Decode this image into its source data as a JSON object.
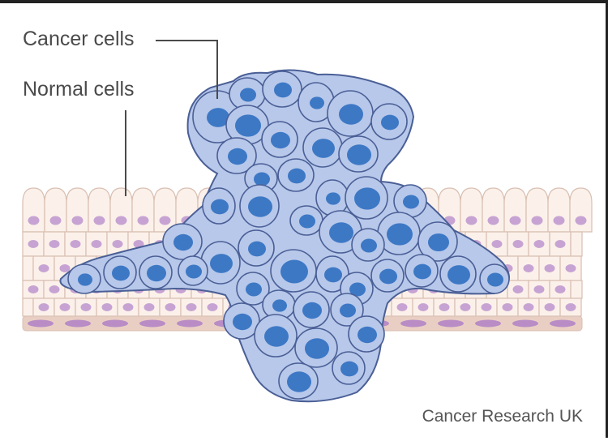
{
  "labels": {
    "cancer_cells": "Cancer cells",
    "normal_cells": "Normal cells"
  },
  "credit": "Cancer Research UK",
  "colors": {
    "normal_cell_fill": "#fbf1ea",
    "normal_cell_outline": "#d9bfb2",
    "normal_nucleus": "#c7a3d3",
    "basal_layer": "#e9cfc3",
    "basal_nucleus": "#b98cc6",
    "cancer_cell_fill": "#b8c8ea",
    "cancer_cell_outline": "#4a5f96",
    "cancer_nucleus": "#3d78c5",
    "leader_line": "#4a4a4a",
    "label_text": "#4a4a4a"
  }
}
